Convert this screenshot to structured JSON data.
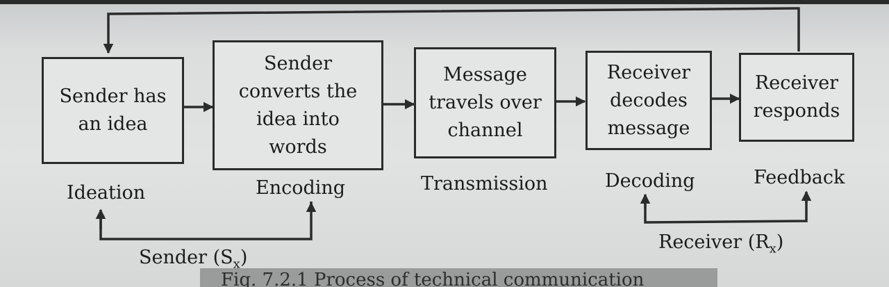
{
  "diagram": {
    "boxes": [
      {
        "id": "ideation",
        "text": "Sender has\nan idea"
      },
      {
        "id": "encoding",
        "text": "Sender\nconverts the\nidea into\nwords"
      },
      {
        "id": "transmission",
        "text": "Message\ntravels over\nchannel"
      },
      {
        "id": "decoding",
        "text": "Receiver\ndecodes\nmessage"
      },
      {
        "id": "feedback",
        "text": "Receiver\nresponds"
      }
    ],
    "stages": [
      "Ideation",
      "Encoding",
      "Transmission",
      "Decoding",
      "Feedback"
    ],
    "groups": {
      "sender": {
        "label": "Sender (S",
        "sub": "x",
        "close": ")"
      },
      "receiver": {
        "label": "Receiver (R",
        "sub": "x",
        "close": ")"
      }
    },
    "caption": "Fig. 7.2.1 Process of technical communication"
  }
}
